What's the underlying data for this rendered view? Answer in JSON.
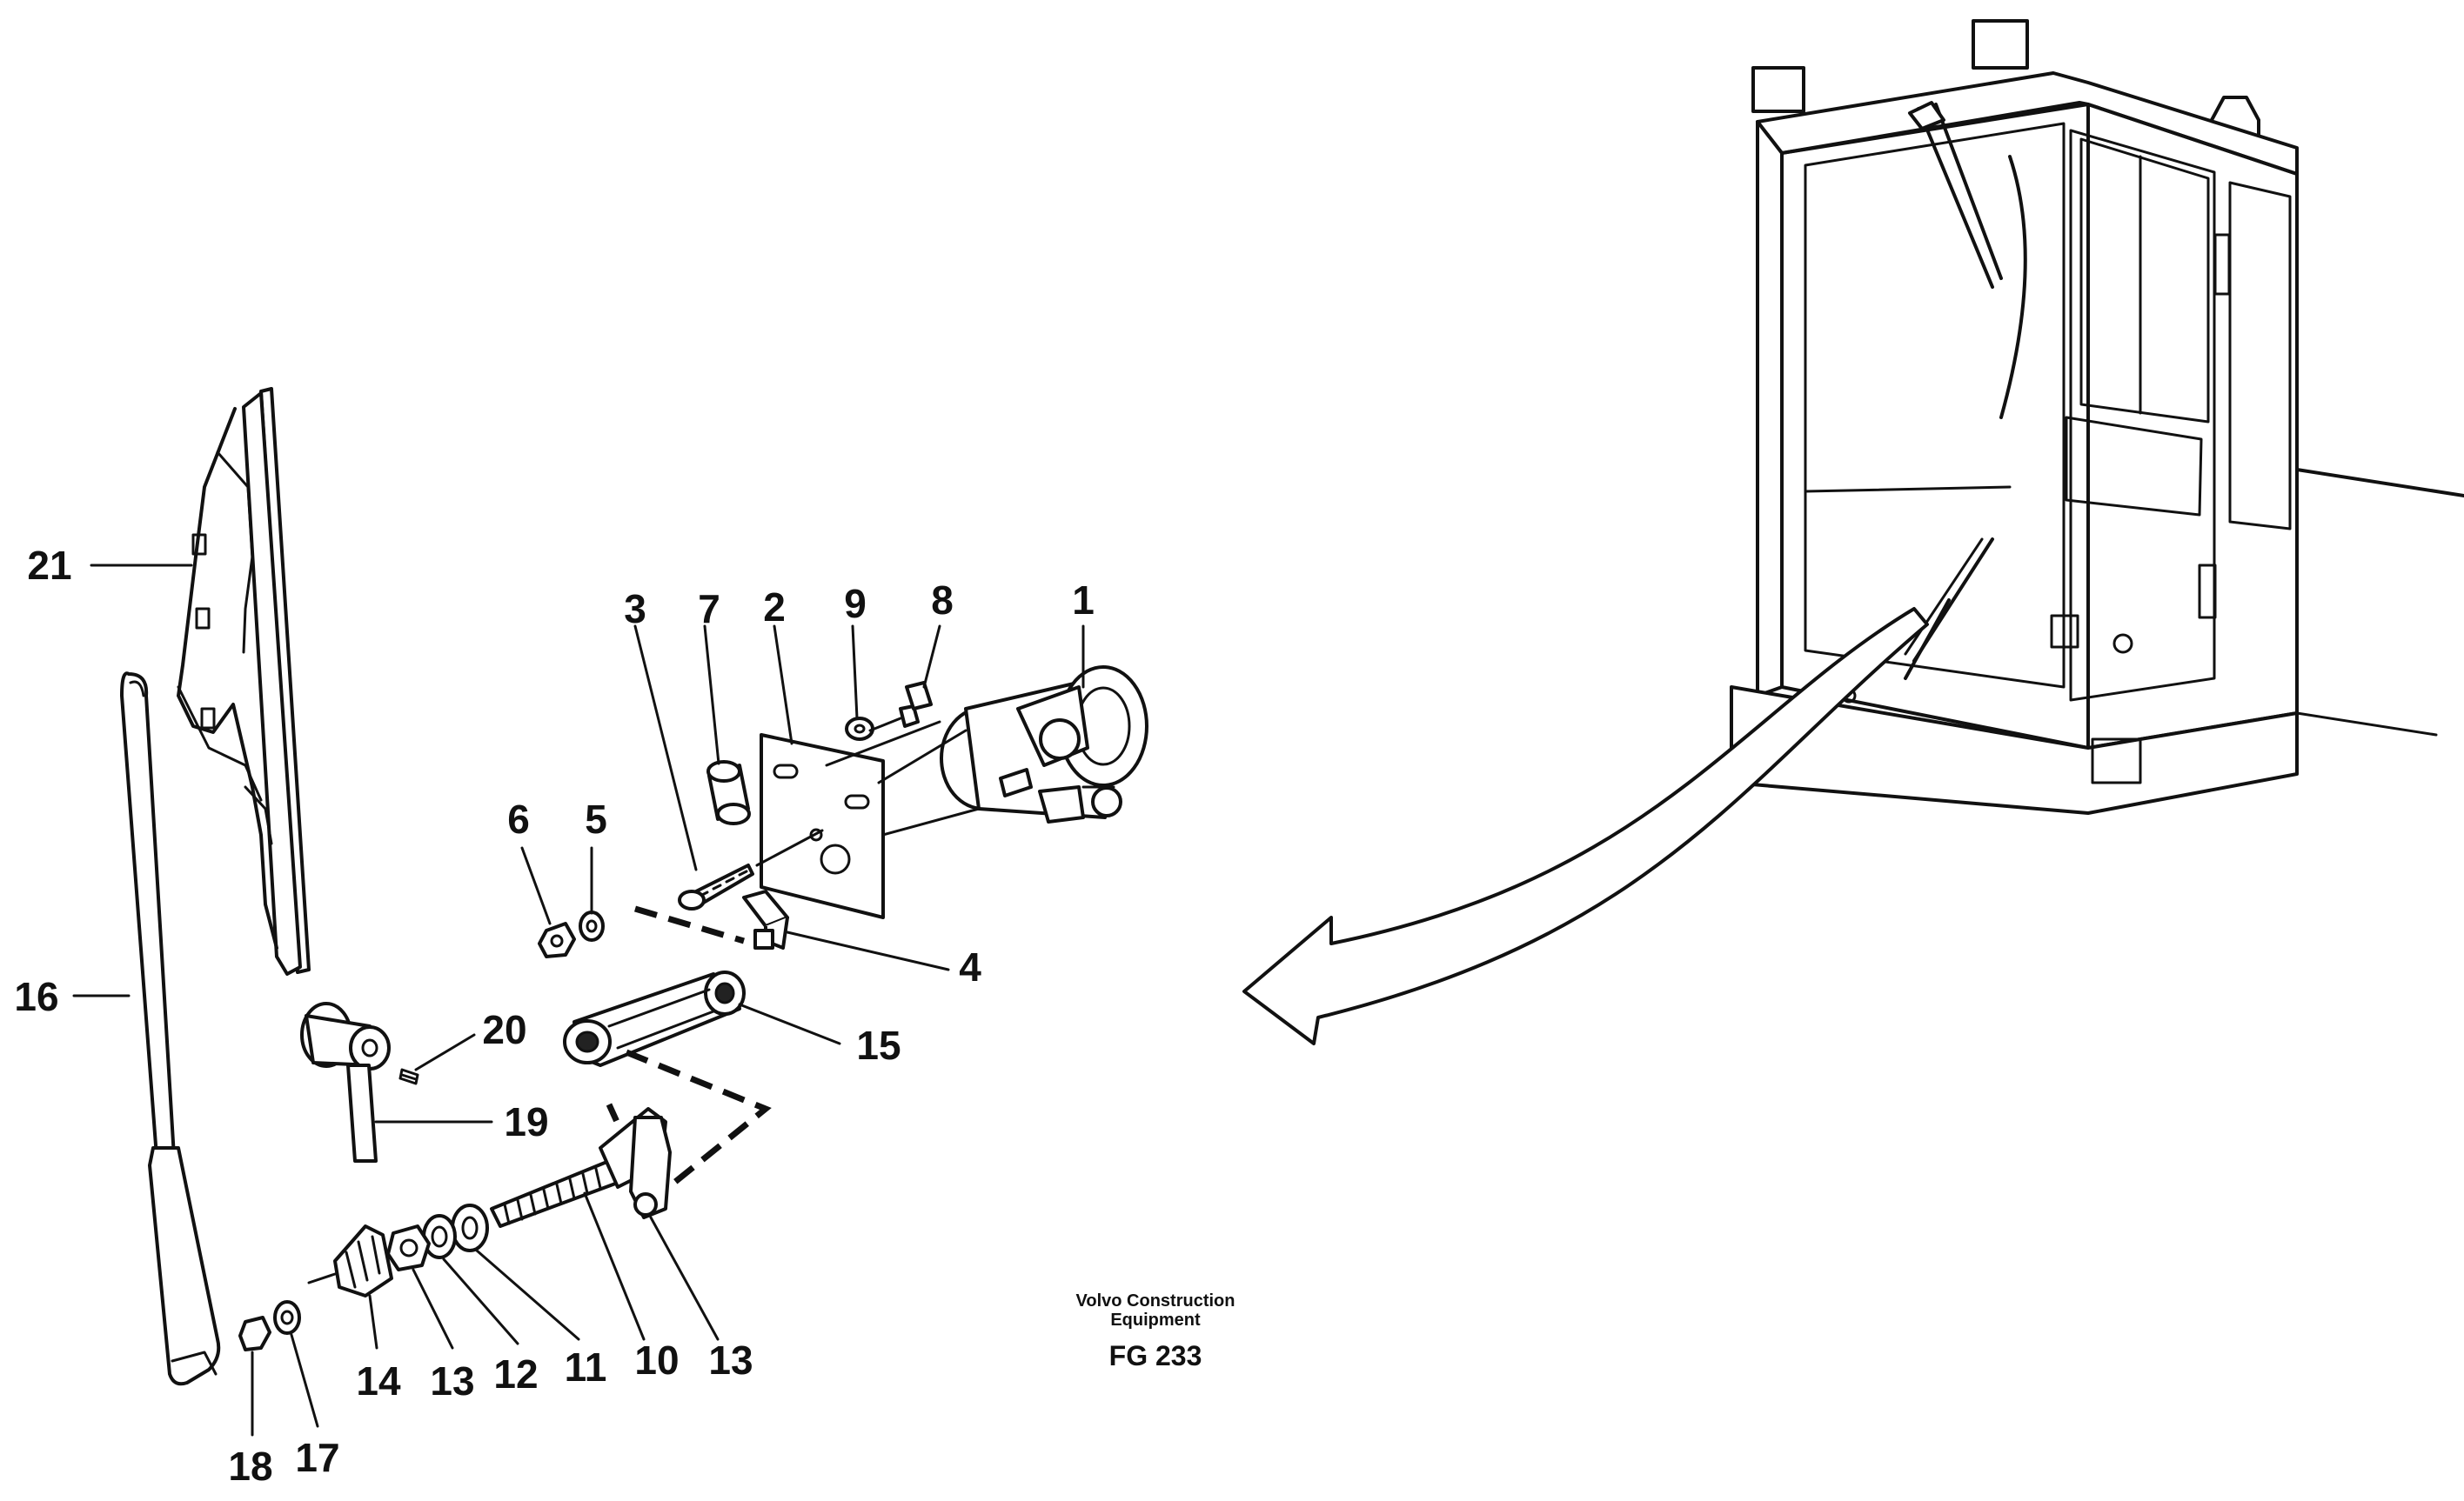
{
  "callouts": {
    "c1": "1",
    "c2": "2",
    "c3": "3",
    "c4": "4",
    "c5": "5",
    "c6": "6",
    "c7": "7",
    "c8": "8",
    "c9": "9",
    "c10": "10",
    "c11": "11",
    "c12": "12",
    "c13a": "13",
    "c13b": "13",
    "c14": "14",
    "c15": "15",
    "c16": "16",
    "c17": "17",
    "c18": "18",
    "c19": "19",
    "c20": "20",
    "c21": "21"
  },
  "caption": {
    "line1": "Volvo Construction",
    "line2": "Equipment",
    "figure_code": "FG 233"
  }
}
